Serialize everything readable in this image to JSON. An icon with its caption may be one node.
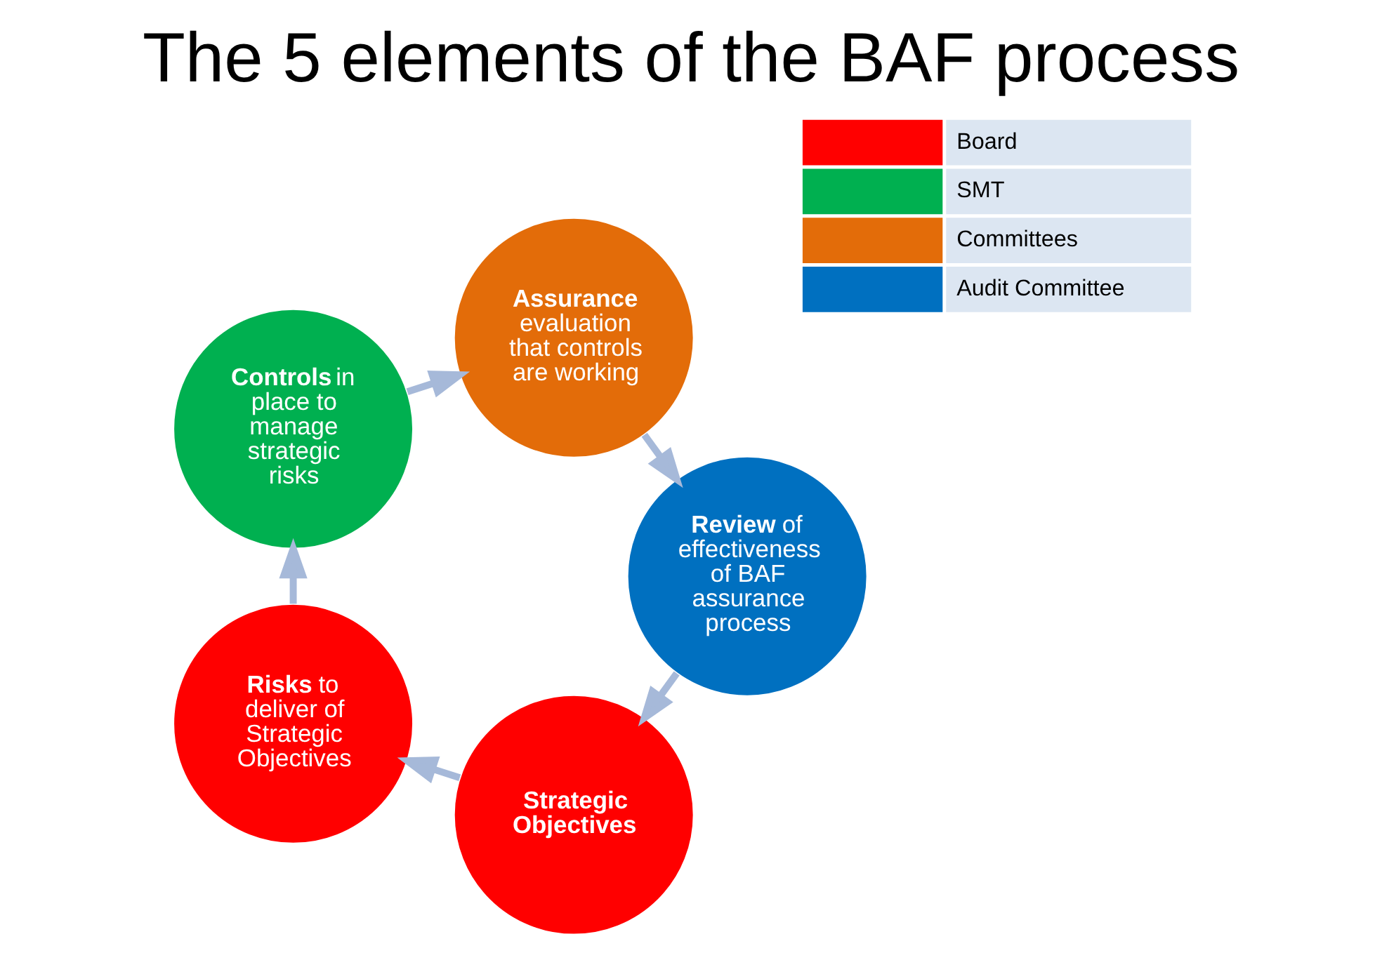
{
  "diagram": {
    "title": "The 5 elements of the BAF process",
    "nodes": [
      {
        "text": [
          "Strategic Objectives"
        ]
      },
      {
        "text": [
          "**Risks** to deliver of Strategic Objectives"
        ]
      },
      {
        "text": [
          "**Controls** in place to manage strategic risks"
        ]
      },
      {
        "text": [
          "**Assurance** evaluation that controls are working"
        ]
      },
      {
        "text": [
          "**Review** of effectiveness of BAF assurance process"
        ]
      }
    ],
    "edges": [
      {
        "from": 0,
        "to": 1,
        "arrow": "to"
      },
      {
        "from": 1,
        "to": 2,
        "arrow": "to"
      },
      {
        "from": 2,
        "to": 3,
        "arrow": "to"
      },
      {
        "from": 3,
        "to": 4,
        "arrow": "to"
      },
      {
        "from": 4,
        "to": 0,
        "arrow": "to"
      }
    ],
    "legend": [
      {
        "text": "Board",
        "color": "#ff0000"
      },
      {
        "text": "SMT",
        "color": "#00b050"
      },
      {
        "text": "Committees",
        "color": "#e36c09"
      },
      {
        "text": "Audit Committee",
        "color": "#0070c0"
      }
    ]
  }
}
